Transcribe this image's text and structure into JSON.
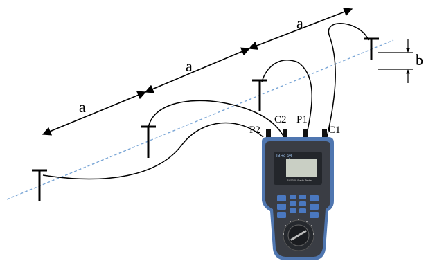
{
  "labels": {
    "spacing_a_1": "a",
    "spacing_a_2": "a",
    "spacing_a_3": "a",
    "depth_b": "b"
  },
  "terminals": {
    "p2": "P2",
    "c2": "C2",
    "p1": "P1",
    "c1": "C1"
  },
  "device": {
    "brand": "IBRe cyl",
    "model": "BY5340 Earth Tester"
  },
  "colors": {
    "line": "#000000",
    "traverse": "#7aa6d6",
    "device_body": "#3a3d44",
    "device_trim": "#4f76b0",
    "screen": "#c9cfc4",
    "keys": "#4a78c0"
  }
}
